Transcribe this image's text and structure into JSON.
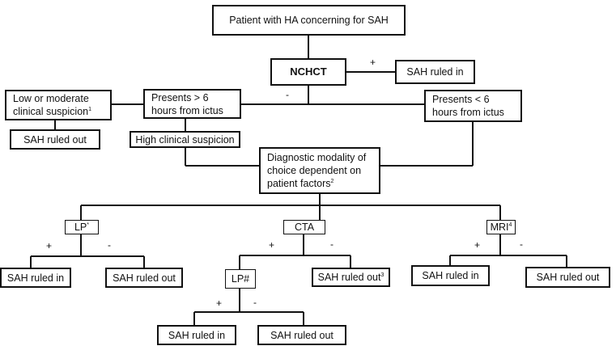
{
  "nodes": {
    "patient": "Patient with HA concerning for SAH",
    "nchct": "NCHCT",
    "sah_in_top": "SAH ruled in",
    "low_mod_line1": "Low or moderate",
    "low_mod_line2": "clinical suspicion",
    "low_mod_sup": "1",
    "sah_out_left": "SAH ruled out",
    "gt6_line1": "Presents > 6",
    "gt6_line2": "hours from ictus",
    "lt6_line1": "Presents < 6",
    "lt6_line2": "hours from ictus",
    "high_susp": "High clinical suspicion",
    "diag_line1": "Diagnostic modality of",
    "diag_line2": "choice dependent on",
    "diag_line3": "patient factors",
    "diag_sup": "2",
    "lp": "LP",
    "lp_sup": "*",
    "cta": "CTA",
    "mri": "MRI",
    "mri_sup": "4",
    "lp_in": "SAH ruled in",
    "lp_out": "SAH ruled out",
    "lp_hash": "LP#",
    "cta_out": "SAH ruled out",
    "cta_out_sup": "3",
    "mri_in": "SAH ruled in",
    "mri_out": "SAH ruled out",
    "lph_in": "SAH ruled in",
    "lph_out": "SAH ruled out"
  },
  "signs": {
    "plus": "+",
    "minus": "-"
  }
}
